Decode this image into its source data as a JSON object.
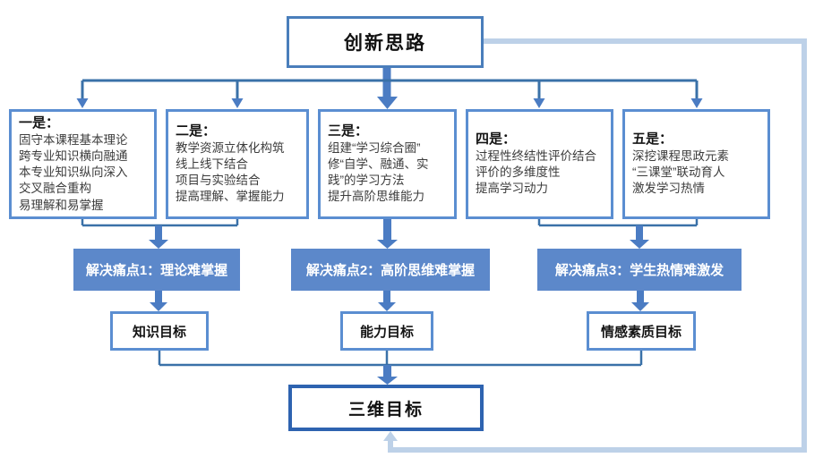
{
  "header": {
    "title": "创新思路"
  },
  "strategies": [
    {
      "heading": "一是：",
      "lines": [
        "固守本课程基本理论",
        "跨专业知识横向融通",
        "本专业知识纵向深入",
        "交叉融合重构",
        "易理解和易掌握"
      ]
    },
    {
      "heading": "二是：",
      "lines": [
        "教学资源立体化构筑",
        "线上线下结合",
        "项目与实验结合",
        "提高理解、掌握能力"
      ]
    },
    {
      "heading": "三是：",
      "lines": [
        "组建“学习综合圈”",
        "修“自学、融通、实践”的学习方法",
        "提升高阶思维能力"
      ]
    },
    {
      "heading": "四是：",
      "lines": [
        "过程性终结性评价结合",
        "评价的多维度性",
        "提高学习动力"
      ]
    },
    {
      "heading": "五是：",
      "lines": [
        "深挖课程思政元素",
        "“三课堂”联动育人",
        "激发学习热情"
      ]
    }
  ],
  "pain_points": [
    "解决痛点1：理论难掌握",
    "解决痛点2：高阶思维难掌握",
    "解决痛点3：学生热情难激发"
  ],
  "goals": [
    "知识目标",
    "能力目标",
    "情感素质目标"
  ],
  "final_goal": "三维目标",
  "colors": {
    "title_border": "#4a7ebb",
    "box_border": "#5b8ed1",
    "final_border": "#2e63b0",
    "bar_fill": "#5c88ca",
    "connector": "#3a71a8",
    "arrow": "#4b7cc3",
    "feedback": "#bdd1e8"
  }
}
